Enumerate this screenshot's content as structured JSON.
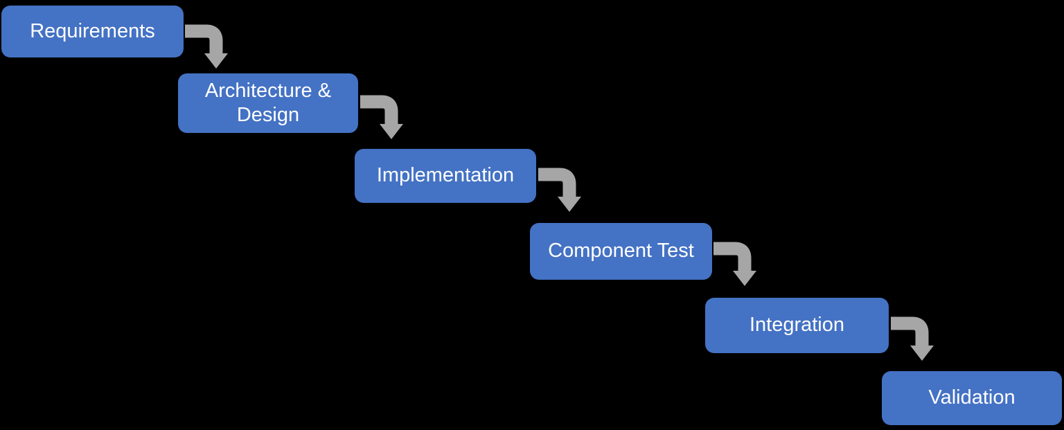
{
  "diagram": {
    "type": "waterfall-process-flow",
    "background_color": "#000000",
    "box_color": "#4472C4",
    "box_text_color": "#FFFFFF",
    "arrow_color": "#A6A6A6",
    "steps": [
      {
        "label": "Requirements"
      },
      {
        "label": "Architecture & Design"
      },
      {
        "label": "Implementation"
      },
      {
        "label": "Component Test"
      },
      {
        "label": "Integration"
      },
      {
        "label": "Validation"
      }
    ],
    "connections": [
      {
        "from": "Requirements",
        "to": "Architecture & Design"
      },
      {
        "from": "Architecture & Design",
        "to": "Implementation"
      },
      {
        "from": "Implementation",
        "to": "Component Test"
      },
      {
        "from": "Component Test",
        "to": "Integration"
      },
      {
        "from": "Integration",
        "to": "Validation"
      }
    ]
  }
}
